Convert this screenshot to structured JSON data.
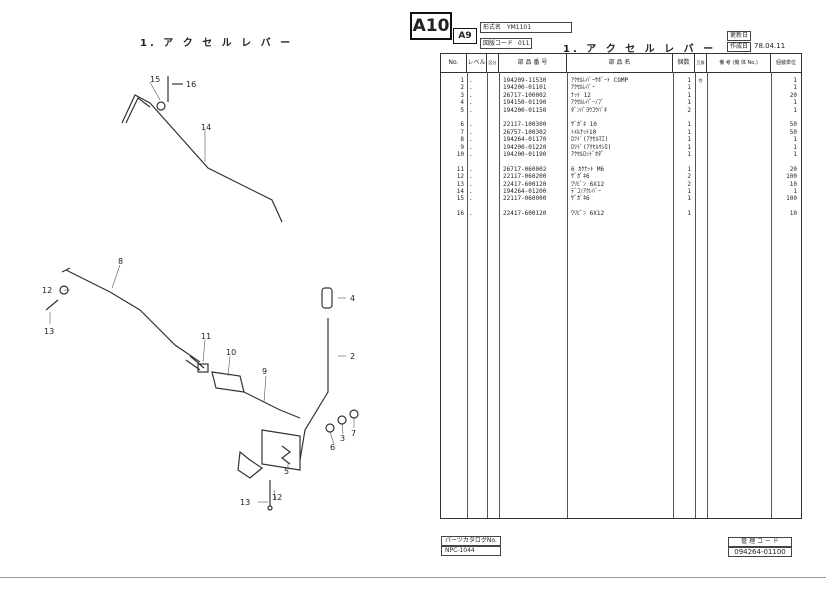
{
  "diagram": {
    "title": "1. ア ク セ ル レ バ ー",
    "callouts": [
      "15",
      "16",
      "14",
      "8",
      "12",
      "13",
      "4",
      "2",
      "11",
      "10",
      "9",
      "6",
      "3",
      "7",
      "5",
      "13",
      "12"
    ]
  },
  "header": {
    "page_badge": "A10",
    "sub_badge": "A9",
    "model_label": "形式名",
    "model_value": "YM1101",
    "group_label": "図版コード",
    "group_value": "011",
    "title": "1. ア ク セ ル レ バ ー",
    "revised_label": "更新日",
    "created_label": "作成日",
    "created_value": "78.04.11"
  },
  "table": {
    "headers": {
      "no": "No.",
      "level": "レベル",
      "flag": "区分",
      "part_no": "部 品 番 号",
      "name": "部 品 名",
      "qty": "個数",
      "sub": "互換性",
      "remarks": "備 考 (機 体 No.)",
      "unit": "個装単位"
    },
    "rows": [
      {
        "no": "1",
        "lv": ".",
        "pn": "194209-11530",
        "nm": "ｱｸｾﾙﾚﾊﾞｰｻﾎﾟｰﾄ COMP",
        "qty": "1",
        "unit": "1"
      },
      {
        "no": "2",
        "lv": ".",
        "pn": "194200-01101",
        "nm": "ｱｸｾﾙﾚﾊﾞｰ",
        "qty": "1",
        "unit": "1"
      },
      {
        "no": "3",
        "lv": ".",
        "pn": "26717-100002",
        "nm": "ﾅｯﾄ 12",
        "qty": "1",
        "unit": "20"
      },
      {
        "no": "4",
        "lv": ".",
        "pn": "194150-01190",
        "nm": "ｱｸｾﾙﾚﾊﾞｰﾉﾌﾞ",
        "qty": "1",
        "unit": "1"
      },
      {
        "no": "5",
        "lv": ".",
        "pn": "194200-01150",
        "nm": "ﾀﾞﾝﾊﾟﾖｳｺｳﾊﾞﾈ",
        "qty": "2",
        "unit": "1"
      },
      {
        "no": "",
        "lv": "",
        "pn": "",
        "nm": "",
        "qty": "",
        "unit": ""
      },
      {
        "no": "6",
        "lv": ".",
        "pn": "22117-100300",
        "nm": "ｻﾞｶﾞﾈ 10",
        "qty": "1",
        "unit": "50"
      },
      {
        "no": "7",
        "lv": ".",
        "pn": "26757-100302",
        "nm": "ﾄﾒﾙﾅｯﾄ10",
        "qty": "1",
        "unit": "50"
      },
      {
        "no": "8",
        "lv": ".",
        "pn": "194264-01170",
        "nm": "ﾛﾂﾄﾞ(ｱｸｾﾙﾏｴ)",
        "qty": "1",
        "unit": "1"
      },
      {
        "no": "9",
        "lv": ".",
        "pn": "194200-01220",
        "nm": "ﾛﾂﾄﾞ(ｱｸｾﾙｳｼﾛ)",
        "qty": "1",
        "unit": "1"
      },
      {
        "no": "10",
        "lv": ".",
        "pn": "194200-01190",
        "nm": "ｱｸｾﾙﾛｯﾄﾞﾎﾀﾞ",
        "qty": "1",
        "unit": "1"
      },
      {
        "no": "",
        "lv": "",
        "pn": "",
        "nm": "",
        "qty": "",
        "unit": ""
      },
      {
        "no": "11",
        "lv": ".",
        "pn": "26717-060002",
        "nm": "6 ｶｸﾅｯﾄ M6",
        "qty": "1",
        "unit": "20"
      },
      {
        "no": "12",
        "lv": ".",
        "pn": "22117-060200",
        "nm": "ｻﾞｶﾞﾈ6",
        "qty": "2",
        "unit": "100"
      },
      {
        "no": "13",
        "lv": ".",
        "pn": "22417-600120",
        "nm": "ﾜﾘﾋﾟﾝ 6X12",
        "qty": "2",
        "unit": "10"
      },
      {
        "no": "14",
        "lv": ".",
        "pn": "194264-01200",
        "nm": "ﾃﾞｺﾝｱｸﾚﾊﾞｰ",
        "qty": "1",
        "unit": "1"
      },
      {
        "no": "15",
        "lv": ".",
        "pn": "22117-060000",
        "nm": "ｻﾞｶﾞﾈ6",
        "qty": "1",
        "unit": "100"
      },
      {
        "no": "",
        "lv": "",
        "pn": "",
        "nm": "",
        "qty": "",
        "unit": ""
      },
      {
        "no": "16",
        "lv": ".",
        "pn": "22417-600120",
        "nm": "ﾜﾘﾋﾟﾝ 6X12",
        "qty": "1",
        "unit": "10"
      }
    ]
  },
  "footer": {
    "catalog_label": "パーツカタログNo.",
    "catalog_value": "NPC-1044",
    "code_label": "管 理 コ ー ド",
    "code_value": "094264-01100"
  }
}
